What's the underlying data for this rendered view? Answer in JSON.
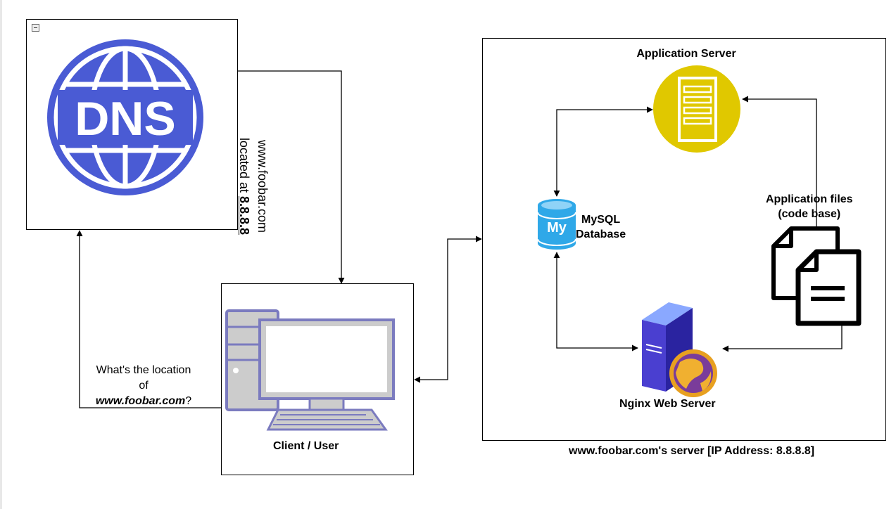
{
  "nodes": {
    "dns": {
      "icon_text": "DNS"
    },
    "client": {
      "label": "Client / User"
    },
    "server_group": {
      "caption": "www.foobar.com's server [IP Address: 8.8.8.8]"
    },
    "app_server": {
      "label": "Application Server"
    },
    "mysql": {
      "line1": "MySQL",
      "line2": "Database",
      "icon_text": "My"
    },
    "app_files": {
      "line1": "Application files",
      "line2": "(code base)"
    },
    "nginx": {
      "label": "Nginx Web Server"
    }
  },
  "edges": {
    "dns_answer": {
      "text_prefix": "www.foobar.com",
      "text_middle": "located at ",
      "ip": "8.8.8.8"
    },
    "client_query": {
      "line1": "What's the location",
      "line2": "of",
      "domain": "www.foobar.com",
      "suffix": "?"
    }
  },
  "colors": {
    "dns_blue": "#4a5bd4",
    "app_server_yellow": "#e0c800",
    "mysql_blue": "#2fa8e8",
    "computer_frame": "#7b7bbf",
    "computer_gray": "#cccccc"
  }
}
